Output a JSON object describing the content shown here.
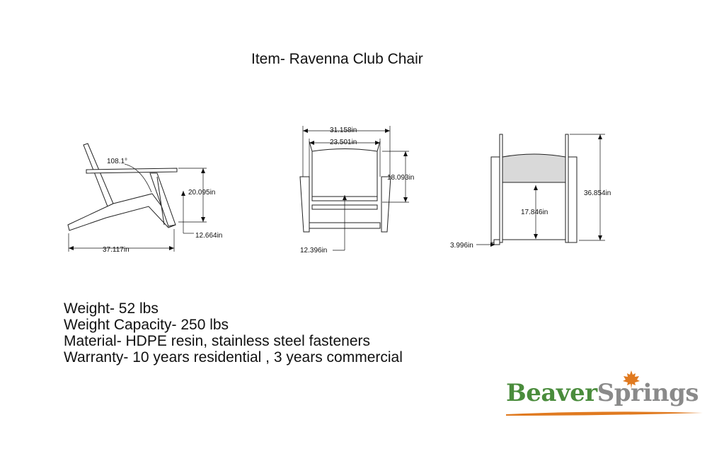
{
  "title": "Item- Ravenna Club Chair",
  "side_view": {
    "angle": "108.1°",
    "height": "20.095in",
    "depth": "12.664in",
    "length": "37.117in"
  },
  "front_view": {
    "overall_width": "31.158in",
    "seat_width": "23.501in",
    "back_height": "18.093in",
    "seat_height": "12.396in"
  },
  "back_view": {
    "overall_height": "36.854in",
    "seat_height": "17.846in",
    "leg": "3.996in"
  },
  "specs": [
    "Weight- 52 lbs",
    "Weight Capacity- 250 lbs",
    "Material- HDPE resin, stainless steel fasteners",
    "Warranty- 10 years residential , 3 years commercial"
  ],
  "logo": {
    "part1": "Beaver",
    "part2": "Springs",
    "leaf_color": "#e07a20",
    "green": "#4a8c3c",
    "grey": "#8a8a8a"
  }
}
